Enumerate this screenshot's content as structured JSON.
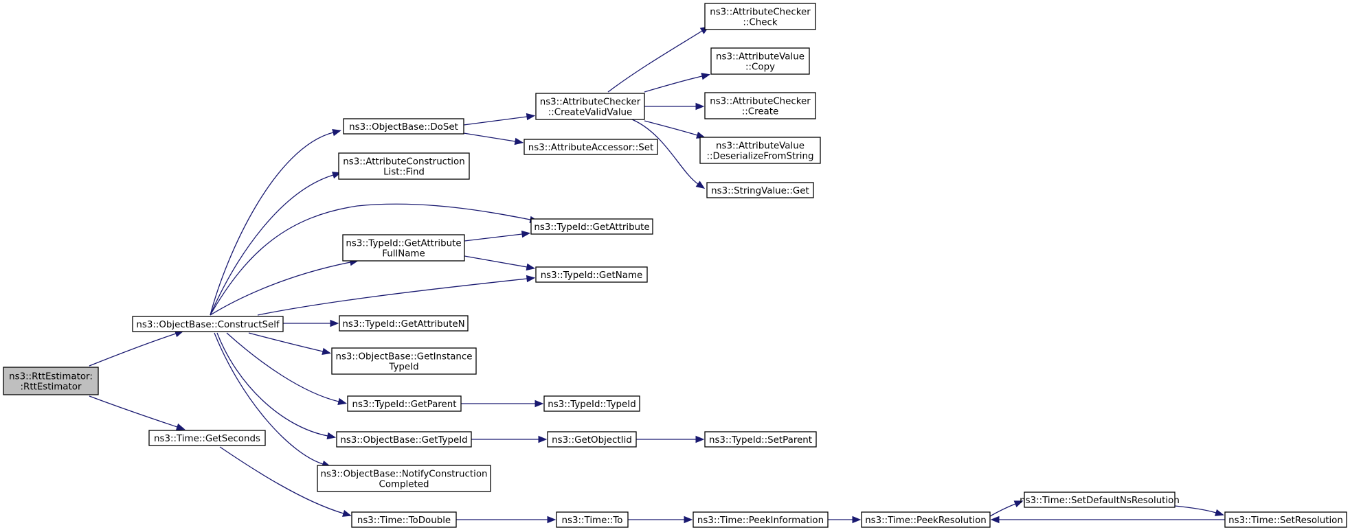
{
  "nodes": [
    {
      "id": "n0",
      "lines": [
        "ns3::RttEstimator:",
        ":RttEstimator"
      ]
    },
    {
      "id": "n1",
      "lines": [
        "ns3::ObjectBase::ConstructSelf"
      ]
    },
    {
      "id": "n2",
      "lines": [
        "ns3::Time::GetSeconds"
      ]
    },
    {
      "id": "n3",
      "lines": [
        "ns3::ObjectBase::DoSet"
      ]
    },
    {
      "id": "n4",
      "lines": [
        "ns3::AttributeConstruction",
        "List::Find"
      ]
    },
    {
      "id": "n5",
      "lines": [
        "ns3::TypeId::GetAttribute"
      ]
    },
    {
      "id": "n6",
      "lines": [
        "ns3::TypeId::GetAttribute",
        "FullName"
      ]
    },
    {
      "id": "n7",
      "lines": [
        "ns3::TypeId::GetName"
      ]
    },
    {
      "id": "n8",
      "lines": [
        "ns3::TypeId::GetAttributeN"
      ]
    },
    {
      "id": "n9",
      "lines": [
        "ns3::ObjectBase::GetInstance",
        "TypeId"
      ]
    },
    {
      "id": "n10",
      "lines": [
        "ns3::TypeId::GetParent"
      ]
    },
    {
      "id": "n11",
      "lines": [
        "ns3::ObjectBase::GetTypeId"
      ]
    },
    {
      "id": "n12",
      "lines": [
        "ns3::ObjectBase::NotifyConstruction",
        "Completed"
      ]
    },
    {
      "id": "n13",
      "lines": [
        "ns3::AttributeChecker",
        "::CreateValidValue"
      ]
    },
    {
      "id": "n14",
      "lines": [
        "ns3::AttributeAccessor::Set"
      ]
    },
    {
      "id": "n15",
      "lines": [
        "ns3::AttributeChecker",
        "::Check"
      ]
    },
    {
      "id": "n16",
      "lines": [
        "ns3::AttributeValue",
        "::Copy"
      ]
    },
    {
      "id": "n17",
      "lines": [
        "ns3::AttributeChecker",
        "::Create"
      ]
    },
    {
      "id": "n18",
      "lines": [
        "ns3::AttributeValue",
        "::DeserializeFromString"
      ]
    },
    {
      "id": "n19",
      "lines": [
        "ns3::StringValue::Get"
      ]
    },
    {
      "id": "n20",
      "lines": [
        "ns3::TypeId::TypeId"
      ]
    },
    {
      "id": "n21",
      "lines": [
        "ns3::GetObjectIid"
      ]
    },
    {
      "id": "n22",
      "lines": [
        "ns3::TypeId::SetParent"
      ]
    },
    {
      "id": "n23",
      "lines": [
        "ns3::Time::ToDouble"
      ]
    },
    {
      "id": "n24",
      "lines": [
        "ns3::Time::To"
      ]
    },
    {
      "id": "n25",
      "lines": [
        "ns3::Time::PeekInformation"
      ]
    },
    {
      "id": "n26",
      "lines": [
        "ns3::Time::PeekResolution"
      ]
    },
    {
      "id": "n27",
      "lines": [
        "ns3::Time::SetDefaultNsResolution"
      ]
    },
    {
      "id": "n28",
      "lines": [
        "ns3::Time::SetResolution"
      ]
    }
  ],
  "edges": [
    {
      "from": "n0",
      "to": "n1"
    },
    {
      "from": "n0",
      "to": "n2"
    },
    {
      "from": "n1",
      "to": "n3"
    },
    {
      "from": "n1",
      "to": "n4"
    },
    {
      "from": "n1",
      "to": "n5"
    },
    {
      "from": "n1",
      "to": "n6"
    },
    {
      "from": "n1",
      "to": "n7"
    },
    {
      "from": "n1",
      "to": "n8"
    },
    {
      "from": "n1",
      "to": "n9"
    },
    {
      "from": "n1",
      "to": "n10"
    },
    {
      "from": "n1",
      "to": "n11"
    },
    {
      "from": "n1",
      "to": "n12"
    },
    {
      "from": "n3",
      "to": "n13"
    },
    {
      "from": "n3",
      "to": "n14"
    },
    {
      "from": "n13",
      "to": "n15"
    },
    {
      "from": "n13",
      "to": "n16"
    },
    {
      "from": "n13",
      "to": "n17"
    },
    {
      "from": "n13",
      "to": "n18"
    },
    {
      "from": "n13",
      "to": "n19"
    },
    {
      "from": "n6",
      "to": "n5"
    },
    {
      "from": "n6",
      "to": "n7"
    },
    {
      "from": "n10",
      "to": "n20"
    },
    {
      "from": "n11",
      "to": "n21"
    },
    {
      "from": "n21",
      "to": "n22"
    },
    {
      "from": "n2",
      "to": "n23"
    },
    {
      "from": "n23",
      "to": "n24"
    },
    {
      "from": "n24",
      "to": "n25"
    },
    {
      "from": "n25",
      "to": "n26"
    },
    {
      "from": "n26",
      "to": "n27"
    },
    {
      "from": "n27",
      "to": "n28"
    },
    {
      "from": "n28",
      "to": "n26"
    }
  ],
  "colors": {
    "edge": "#191970",
    "root_fill": "#bfbfbf",
    "node_fill": "#ffffff",
    "node_border": "#000000"
  }
}
